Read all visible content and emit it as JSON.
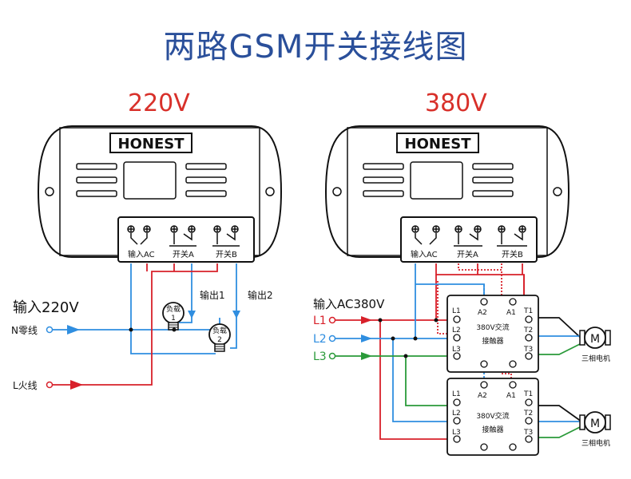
{
  "title": "两路GSM开关接线图",
  "colors": {
    "title": "#2a4f9a",
    "voltage": "#d8302a",
    "blue": "#2f8ee0",
    "red": "#d8202a",
    "green": "#2a9a3a",
    "black": "#111111"
  },
  "left": {
    "voltage": "220V",
    "brand": "HONEST",
    "term_labels": [
      "输入AC",
      "开关A",
      "开关B"
    ],
    "input_label": "输入220V",
    "n_label": "N零线",
    "l_label": "L火线",
    "out1": "输出1",
    "out2": "输出2",
    "load1": "负载",
    "load1_num": "1",
    "load2": "负载",
    "load2_num": "2",
    "icons": [
      "bulb-icon",
      "bulb-icon"
    ]
  },
  "right": {
    "voltage": "380V",
    "brand": "HONEST",
    "term_labels": [
      "输入AC",
      "开关A",
      "开关B"
    ],
    "input_label": "输入AC380V",
    "lines": [
      "L1",
      "L2",
      "L3"
    ],
    "contactor_top": {
      "in": [
        "L1",
        "L2",
        "L3"
      ],
      "coil": [
        "A2",
        "A1"
      ],
      "out": [
        "T1",
        "T2",
        "T3"
      ],
      "name1": "380V交流",
      "name2": "接触器"
    },
    "contactor_bottom": {
      "in": [
        "L1",
        "L2",
        "L3"
      ],
      "coil": [
        "A2",
        "A1"
      ],
      "out": [
        "T1",
        "T2",
        "T3"
      ],
      "name1": "380V交流",
      "name2": "接触器"
    },
    "motor_symbol": "M",
    "motor_label": "三相电机",
    "icons": [
      "motor-icon",
      "motor-icon"
    ]
  }
}
